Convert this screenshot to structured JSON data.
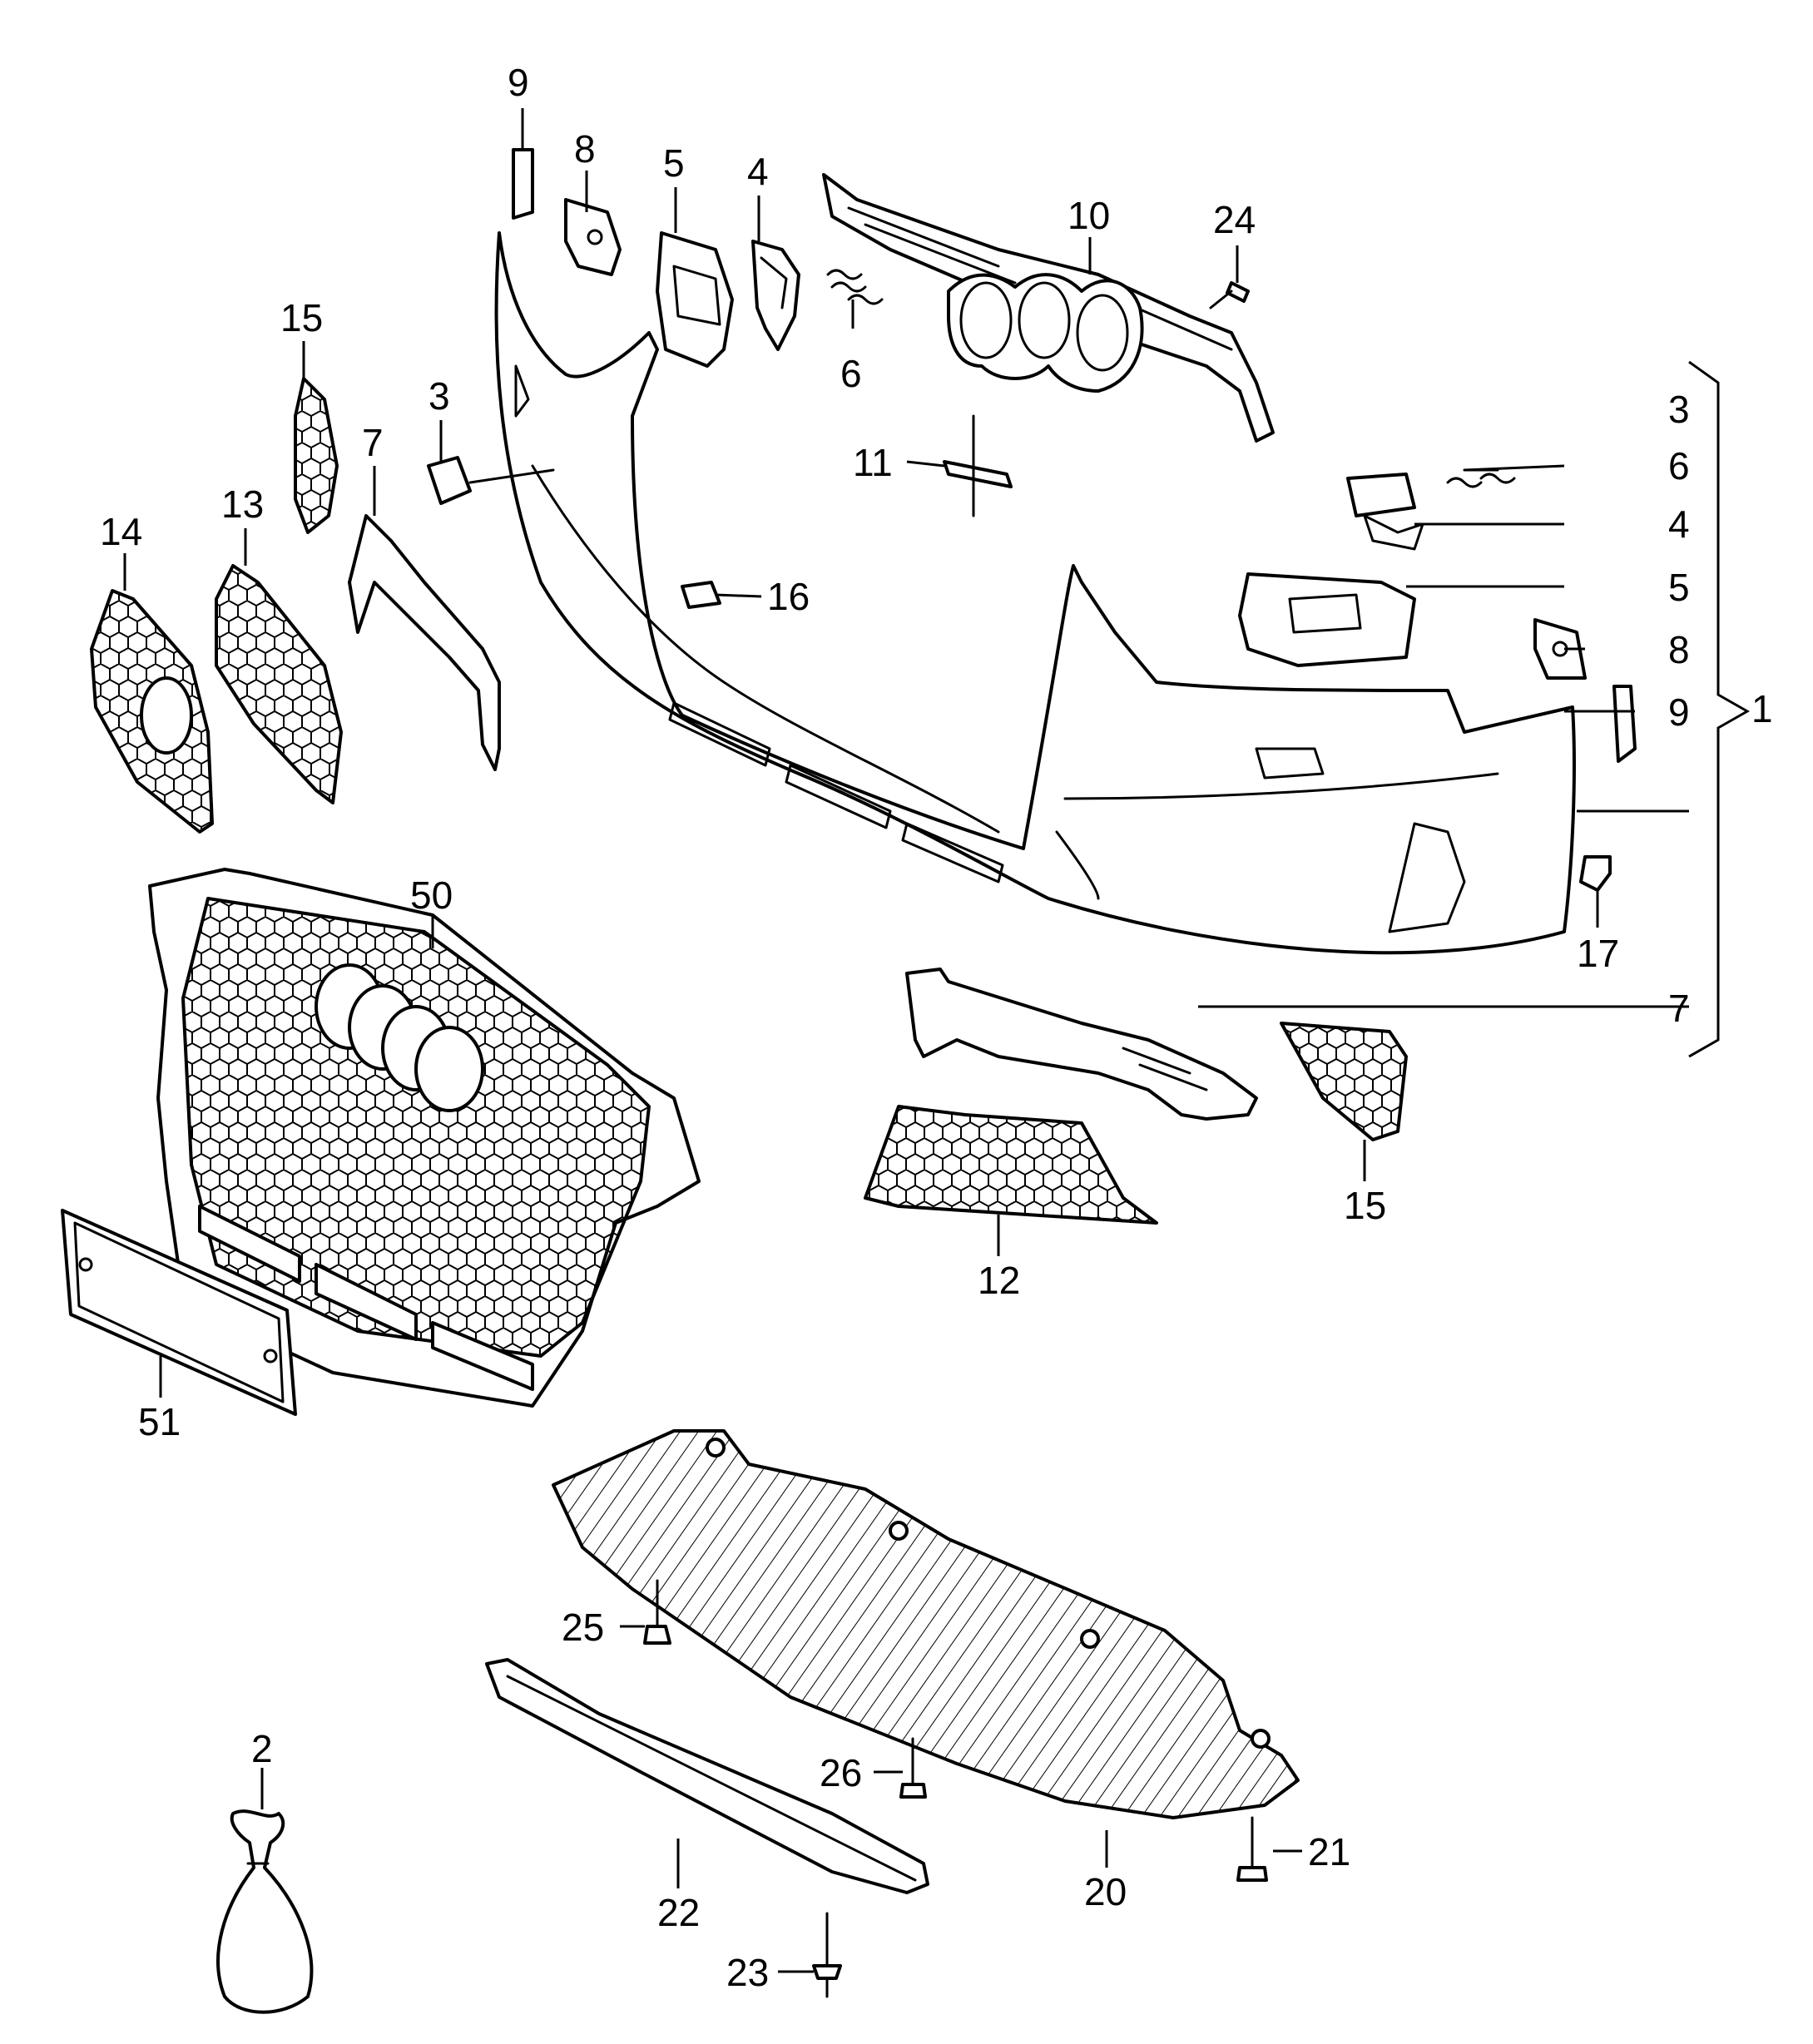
{
  "callouts": {
    "c9a": "9",
    "c8a": "8",
    "c5a": "5",
    "c4a": "4",
    "c6a": "6",
    "c10": "10",
    "c24": "24",
    "c15a": "15",
    "c3a": "3",
    "c7a": "7",
    "c11": "11",
    "c16": "16",
    "c13": "13",
    "c14": "14",
    "c3b": "3",
    "c6b": "6",
    "c4b": "4",
    "c5b": "5",
    "c8b": "8",
    "c9b": "9",
    "c1": "1",
    "c17": "17",
    "c7b": "7",
    "c15b": "15",
    "c12": "12",
    "c50": "50",
    "c51": "51",
    "c25": "25",
    "c26": "26",
    "c21": "21",
    "c20": "20",
    "c22": "22",
    "c23": "23",
    "c2": "2"
  }
}
